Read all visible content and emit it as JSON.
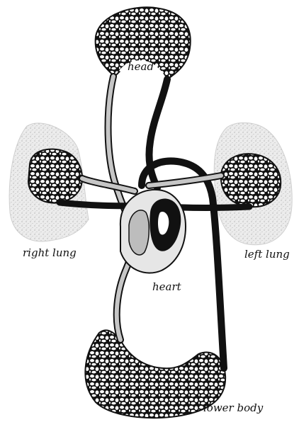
{
  "labels": {
    "head": "head",
    "right_lung": "right lung",
    "left_lung": "left lung",
    "heart": "heart",
    "lower_body": "lower body"
  },
  "colors": {
    "ink": "#111111",
    "vessel_light": "#bdbdbd",
    "lung_fill": "#e4e4e4",
    "background": "#ffffff"
  }
}
